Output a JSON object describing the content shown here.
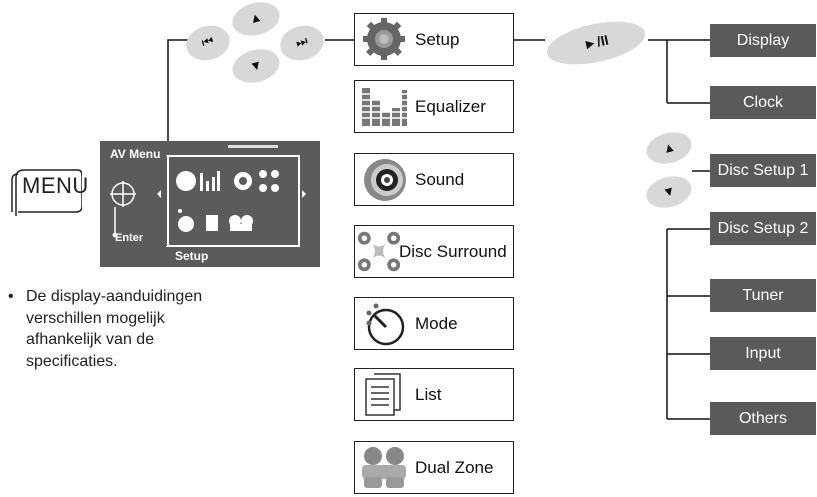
{
  "menu_button": {
    "label": "MENU"
  },
  "av_panel": {
    "title": "AV Menu",
    "selected_label": "Setup",
    "enter_label": "Enter"
  },
  "note": {
    "bullet": "•",
    "text": "De display-aanduidingen\nverschillen mogelijk\nafhankelijk van de\nspecificaties."
  },
  "nav_buttons": {
    "prev_symbol": "⏮",
    "next_symbol": "⏭",
    "up_symbol": "▲",
    "down_symbol": "▼",
    "play_pause_symbol": "►/II"
  },
  "menu_items": [
    {
      "label": "Setup",
      "icon": "gear-icon"
    },
    {
      "label": "Equalizer",
      "icon": "equalizer-icon"
    },
    {
      "label": "Sound",
      "icon": "speaker-icon"
    },
    {
      "label": "Disc Surround",
      "icon": "surround-icon"
    },
    {
      "label": "Mode",
      "icon": "knob-icon"
    },
    {
      "label": "List",
      "icon": "list-icon"
    },
    {
      "label": "Dual Zone",
      "icon": "dual-zone-icon"
    }
  ],
  "setup_items": [
    "Display",
    "Clock",
    "Disc Setup 1",
    "Disc Setup 2",
    "Tuner",
    "Input",
    "Others"
  ],
  "colors": {
    "box_fill": "#5a5a5a",
    "panel": "#5b5b5b",
    "oval": "#d8d8d8"
  }
}
